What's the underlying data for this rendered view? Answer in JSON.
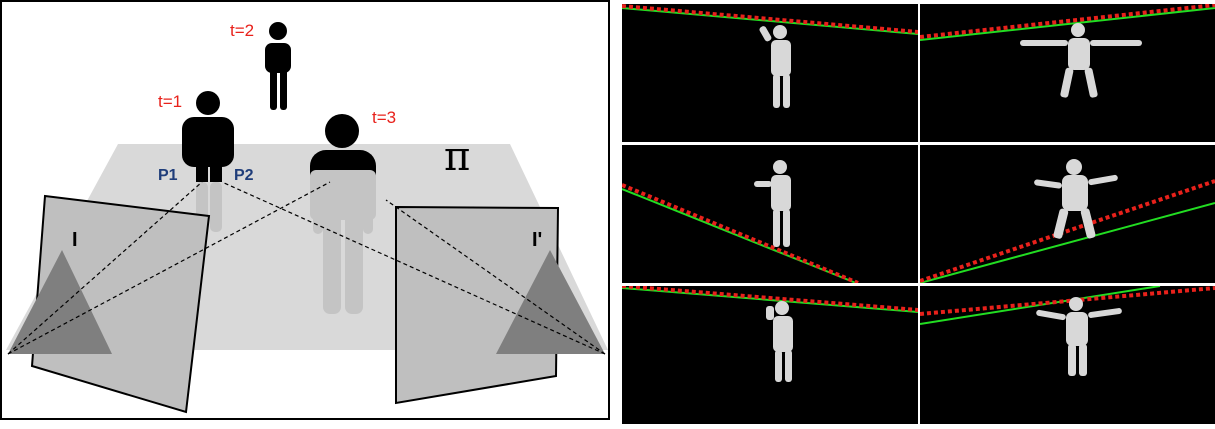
{
  "diagram": {
    "labels": {
      "t1": "t=1",
      "t2": "t=2",
      "t3": "t=3",
      "p1": "P1",
      "p2": "P2",
      "image_left": "I",
      "image_right": "I'",
      "plane": "π"
    },
    "colors": {
      "time_label": "#e8211b",
      "point_label": "#1f3d7a",
      "plane": "#d9d9d9",
      "camera_triangle": "#7f7f7f",
      "image_plane": "#bfbfbf"
    }
  },
  "panels": {
    "colors": {
      "estimated_line": "#e8211b",
      "reference_line": "#22dd22",
      "background": "#000000"
    }
  }
}
